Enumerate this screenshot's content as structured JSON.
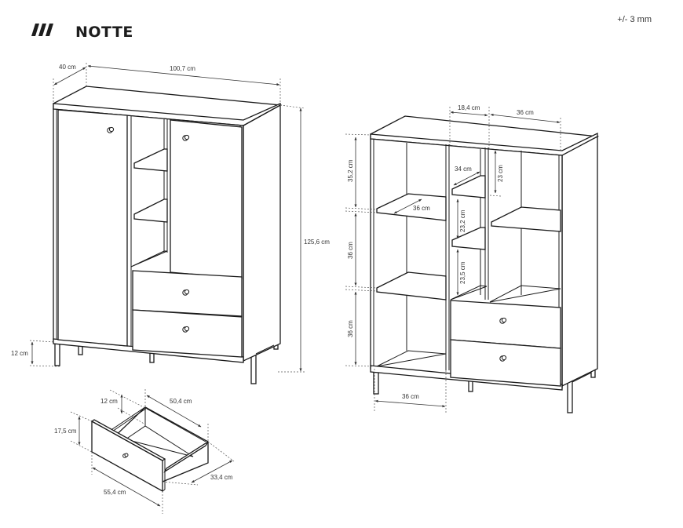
{
  "header": {
    "brand_mark_icon": "triple-slash-logo",
    "title": "NOTTE",
    "tolerance": "+/- 3 mm"
  },
  "views": {
    "closed_front": {
      "depth": "40 cm",
      "width": "100,7 cm",
      "height": "125,6 cm",
      "leg_height": "12 cm"
    },
    "open_front": {
      "middle_column_width": "18,4 cm",
      "right_column_width": "36 cm",
      "left_top_compartment": "35,2 cm",
      "left_middle_compartment": "36 cm",
      "left_bottom_compartment": "36 cm",
      "left_shelf_depth": "36 cm",
      "middle_shelf_depth": "34 cm",
      "right_top_compartment": "23 cm",
      "middle_upper_compartment": "23,2 cm",
      "middle_lower_compartment": "23,5 cm",
      "left_column_width": "36 cm"
    },
    "drawer": {
      "inner_height": "12 cm",
      "front_height": "17,5 cm",
      "inner_width": "50,4 cm",
      "depth": "33,4 cm",
      "front_width": "55,4 cm"
    }
  }
}
